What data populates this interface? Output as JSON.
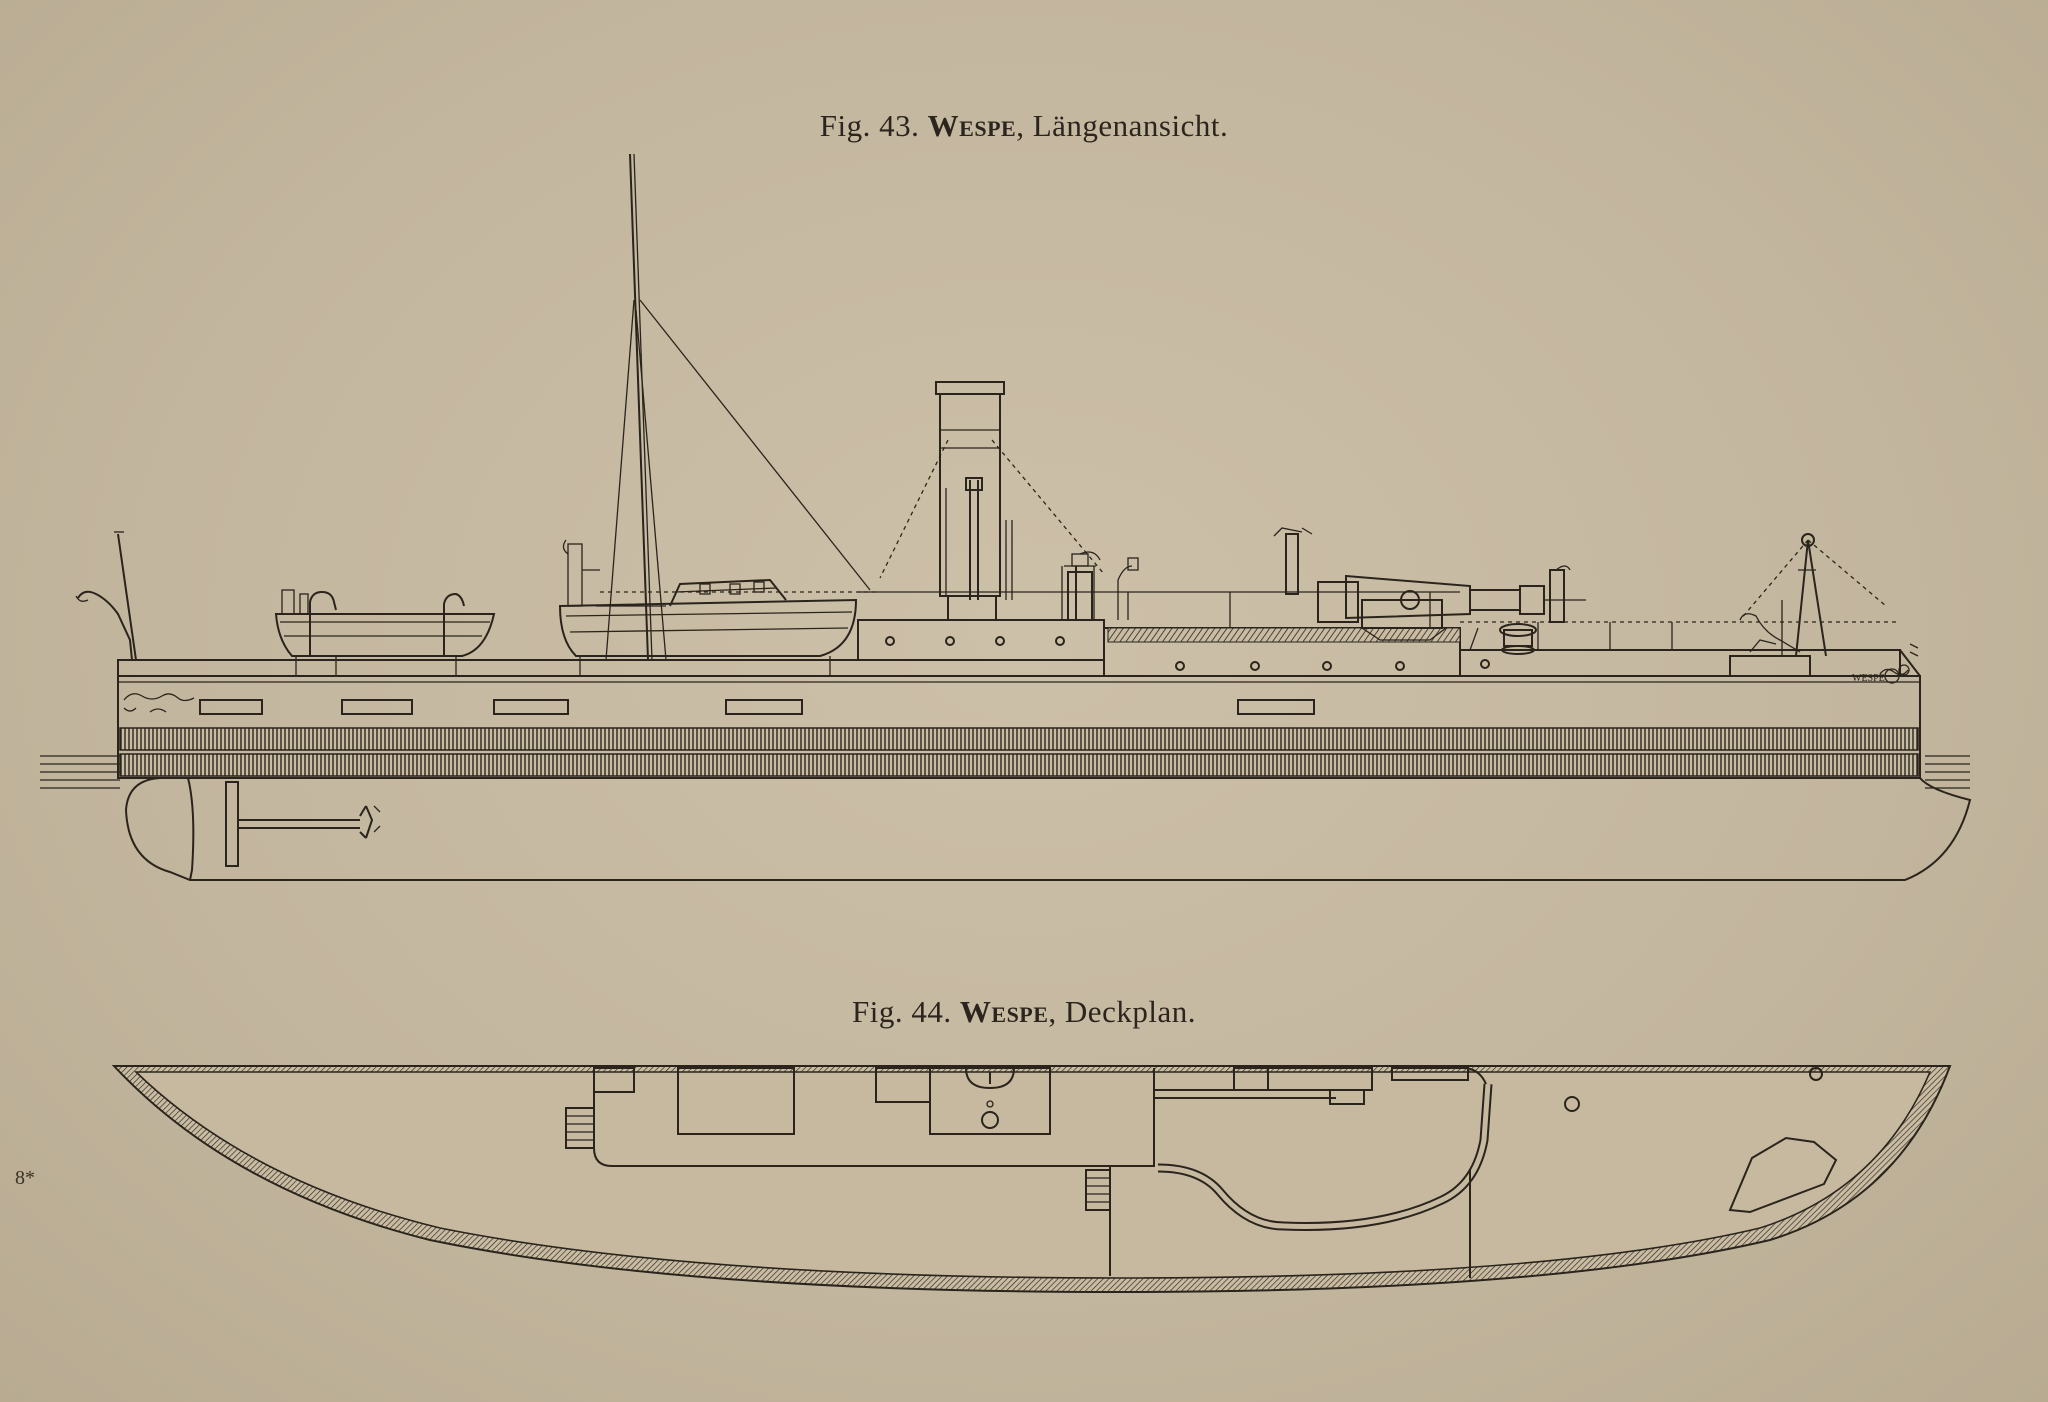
{
  "figures": [
    {
      "number_label": "Fig. 43.",
      "ship_name": "Wespe",
      "suffix": ", Längenansicht."
    },
    {
      "number_label": "Fig. 44.",
      "ship_name": "Wespe",
      "suffix": ", Deckplan."
    }
  ],
  "hull_lettering": "WESPE",
  "margin_mark": "8*"
}
